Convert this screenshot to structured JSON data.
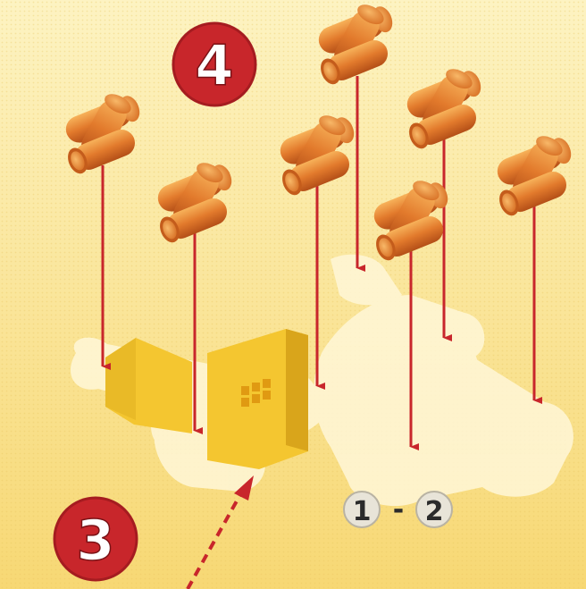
{
  "colors": {
    "background_top": "#fdf3c2",
    "background_bottom": "#f7d874",
    "piece_light": "#f4a24a",
    "piece_mid": "#e27a2c",
    "piece_dark": "#b44f17",
    "arrow": "#c8262b",
    "step_badge": "#c8262b",
    "ghost_base": "#fff7d8",
    "wall_panel": "#f4c630",
    "wall_shadow": "#d9a51b",
    "sub_badge": "#e8e4d8"
  },
  "steps": {
    "current": "4",
    "previous": "3"
  },
  "sub_steps": {
    "first": "1",
    "separator": "-",
    "second": "2"
  },
  "pieces_count_icon": "cross-brick-icon"
}
